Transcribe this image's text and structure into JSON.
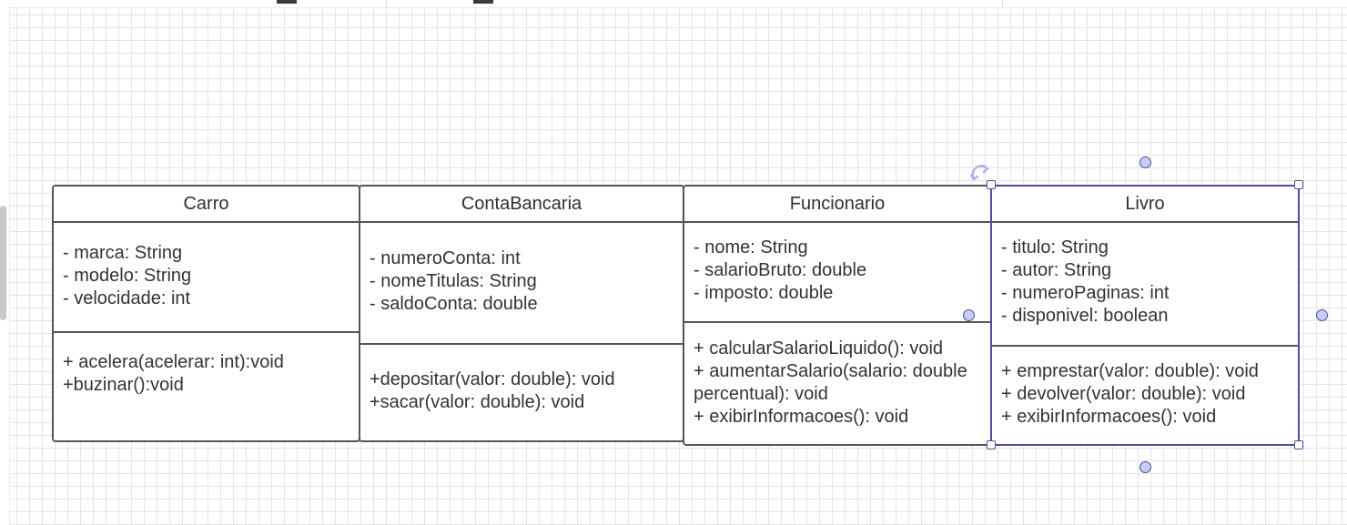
{
  "diagram": {
    "classes": [
      {
        "name": "Carro",
        "attributes": [
          "- marca: String",
          "- modelo: String",
          "- velocidade: int"
        ],
        "methods": [
          "+ acelera(acelerar: int):void",
          "+buzinar():void"
        ]
      },
      {
        "name": "ContaBancaria",
        "attributes": [
          "- numeroConta: int",
          "- nomeTitulas: String",
          "- saldoConta: double"
        ],
        "methods": [
          "+depositar(valor: double): void",
          "+sacar(valor: double): void"
        ]
      },
      {
        "name": "Funcionario",
        "attributes": [
          "- nome: String",
          "- salarioBruto: double",
          "- imposto: double"
        ],
        "methods": [
          "+ calcularSalarioLiquido(): void",
          "+ aumentarSalario(salario: double percentual): void",
          "+ exibirInformacoes(): void"
        ]
      },
      {
        "name": "Livro",
        "attributes": [
          "- titulo: String",
          "- autor: String",
          "- numeroPaginas: int",
          "- disponivel: boolean"
        ],
        "methods": [
          "+ emprestar(valor: double): void",
          "+ devolver(valor: double): void",
          "+ exibirInformacoes(): void"
        ],
        "selected": true
      }
    ]
  },
  "colors": {
    "border": "#555555",
    "selection": "#4a4f9a",
    "handle_fill": "#c8cbf3",
    "grid": "#e4e4e4"
  }
}
